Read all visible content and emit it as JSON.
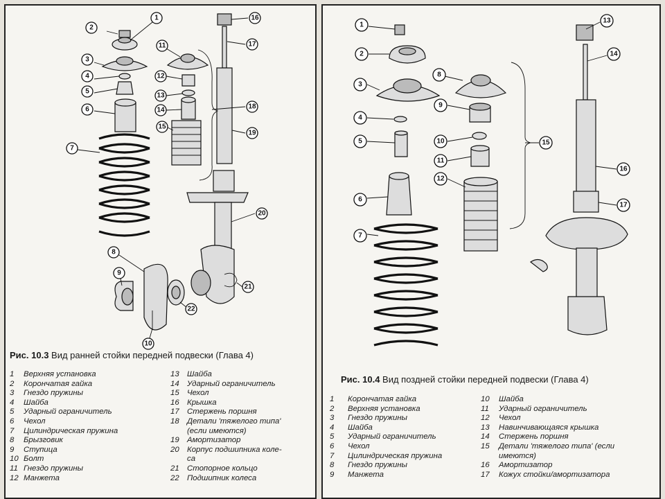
{
  "fig_left": {
    "caption_prefix": "Рис. 10.3",
    "caption_text": " Вид ранней стойки передней подвески (Глава 4)",
    "callouts": [
      "1",
      "2",
      "3",
      "4",
      "5",
      "6",
      "7",
      "8",
      "9",
      "10",
      "11",
      "12",
      "13",
      "14",
      "15",
      "16",
      "17",
      "18",
      "19",
      "20",
      "21",
      "22"
    ],
    "legend_col1": [
      {
        "num": "1",
        "text": "Верхняя установка"
      },
      {
        "num": "2",
        "text": "Корончатая гайка"
      },
      {
        "num": "3",
        "text": "Гнездо пружины"
      },
      {
        "num": "4",
        "text": "Шайба"
      },
      {
        "num": "5",
        "text": "Ударный ограничитель"
      },
      {
        "num": "6",
        "text": "Чехол"
      },
      {
        "num": "7",
        "text": "Цилиндрическая пружина"
      },
      {
        "num": "8",
        "text": "Брызговик"
      },
      {
        "num": "9",
        "text": "Ступица"
      },
      {
        "num": "10",
        "text": "Болт"
      },
      {
        "num": "11",
        "text": "Гнездо пружины"
      },
      {
        "num": "12",
        "text": "Манжета"
      }
    ],
    "legend_col2": [
      {
        "num": "13",
        "text": "Шайба"
      },
      {
        "num": "14",
        "text": "Ударный ограничитель"
      },
      {
        "num": "15",
        "text": "Чехол"
      },
      {
        "num": "16",
        "text": "Крышка"
      },
      {
        "num": "17",
        "text": "Стержень поршня"
      },
      {
        "num": "18",
        "text": "Детали 'тяжелого типа'"
      },
      {
        "num": "",
        "text": "(если имеются)"
      },
      {
        "num": "19",
        "text": "Амортизатор"
      },
      {
        "num": "20",
        "text": "Корпус подшипника коле-"
      },
      {
        "num": "",
        "text": "са"
      },
      {
        "num": "21",
        "text": "Стопорное кольцо"
      },
      {
        "num": "22",
        "text": "Подшипник колеса"
      }
    ]
  },
  "fig_right": {
    "caption_prefix": "Рис. 10.4",
    "caption_text": " Вид поздней стойки передней подвески (Глава 4)",
    "callouts": [
      "1",
      "2",
      "3",
      "4",
      "5",
      "6",
      "7",
      "8",
      "9",
      "10",
      "11",
      "12",
      "13",
      "14",
      "15",
      "16",
      "17"
    ],
    "legend_col1": [
      {
        "num": "1",
        "text": "Корончатая гайка"
      },
      {
        "num": "2",
        "text": "Верхняя установка"
      },
      {
        "num": "3",
        "text": "Гнездо пружины"
      },
      {
        "num": "4",
        "text": "Шайба"
      },
      {
        "num": "5",
        "text": "Ударный ограничитель"
      },
      {
        "num": "6",
        "text": "Чехол"
      },
      {
        "num": "7",
        "text": "Цилиндрическая пружина"
      },
      {
        "num": "8",
        "text": "Гнездо пружины"
      },
      {
        "num": "9",
        "text": "Манжета"
      }
    ],
    "legend_col2": [
      {
        "num": "10",
        "text": "Шайба"
      },
      {
        "num": "11",
        "text": "Ударный ограничитель"
      },
      {
        "num": "12",
        "text": "Чехол"
      },
      {
        "num": "13",
        "text": "Навинчивающаяся крышка"
      },
      {
        "num": "14",
        "text": "Стержень поршня"
      },
      {
        "num": "15",
        "text": "Детали 'тяжелого типа' (если"
      },
      {
        "num": "",
        "text": "имеются)"
      },
      {
        "num": "16",
        "text": "Амортизатор"
      },
      {
        "num": "17",
        "text": "Кожух стойки/амортизатора"
      }
    ]
  }
}
